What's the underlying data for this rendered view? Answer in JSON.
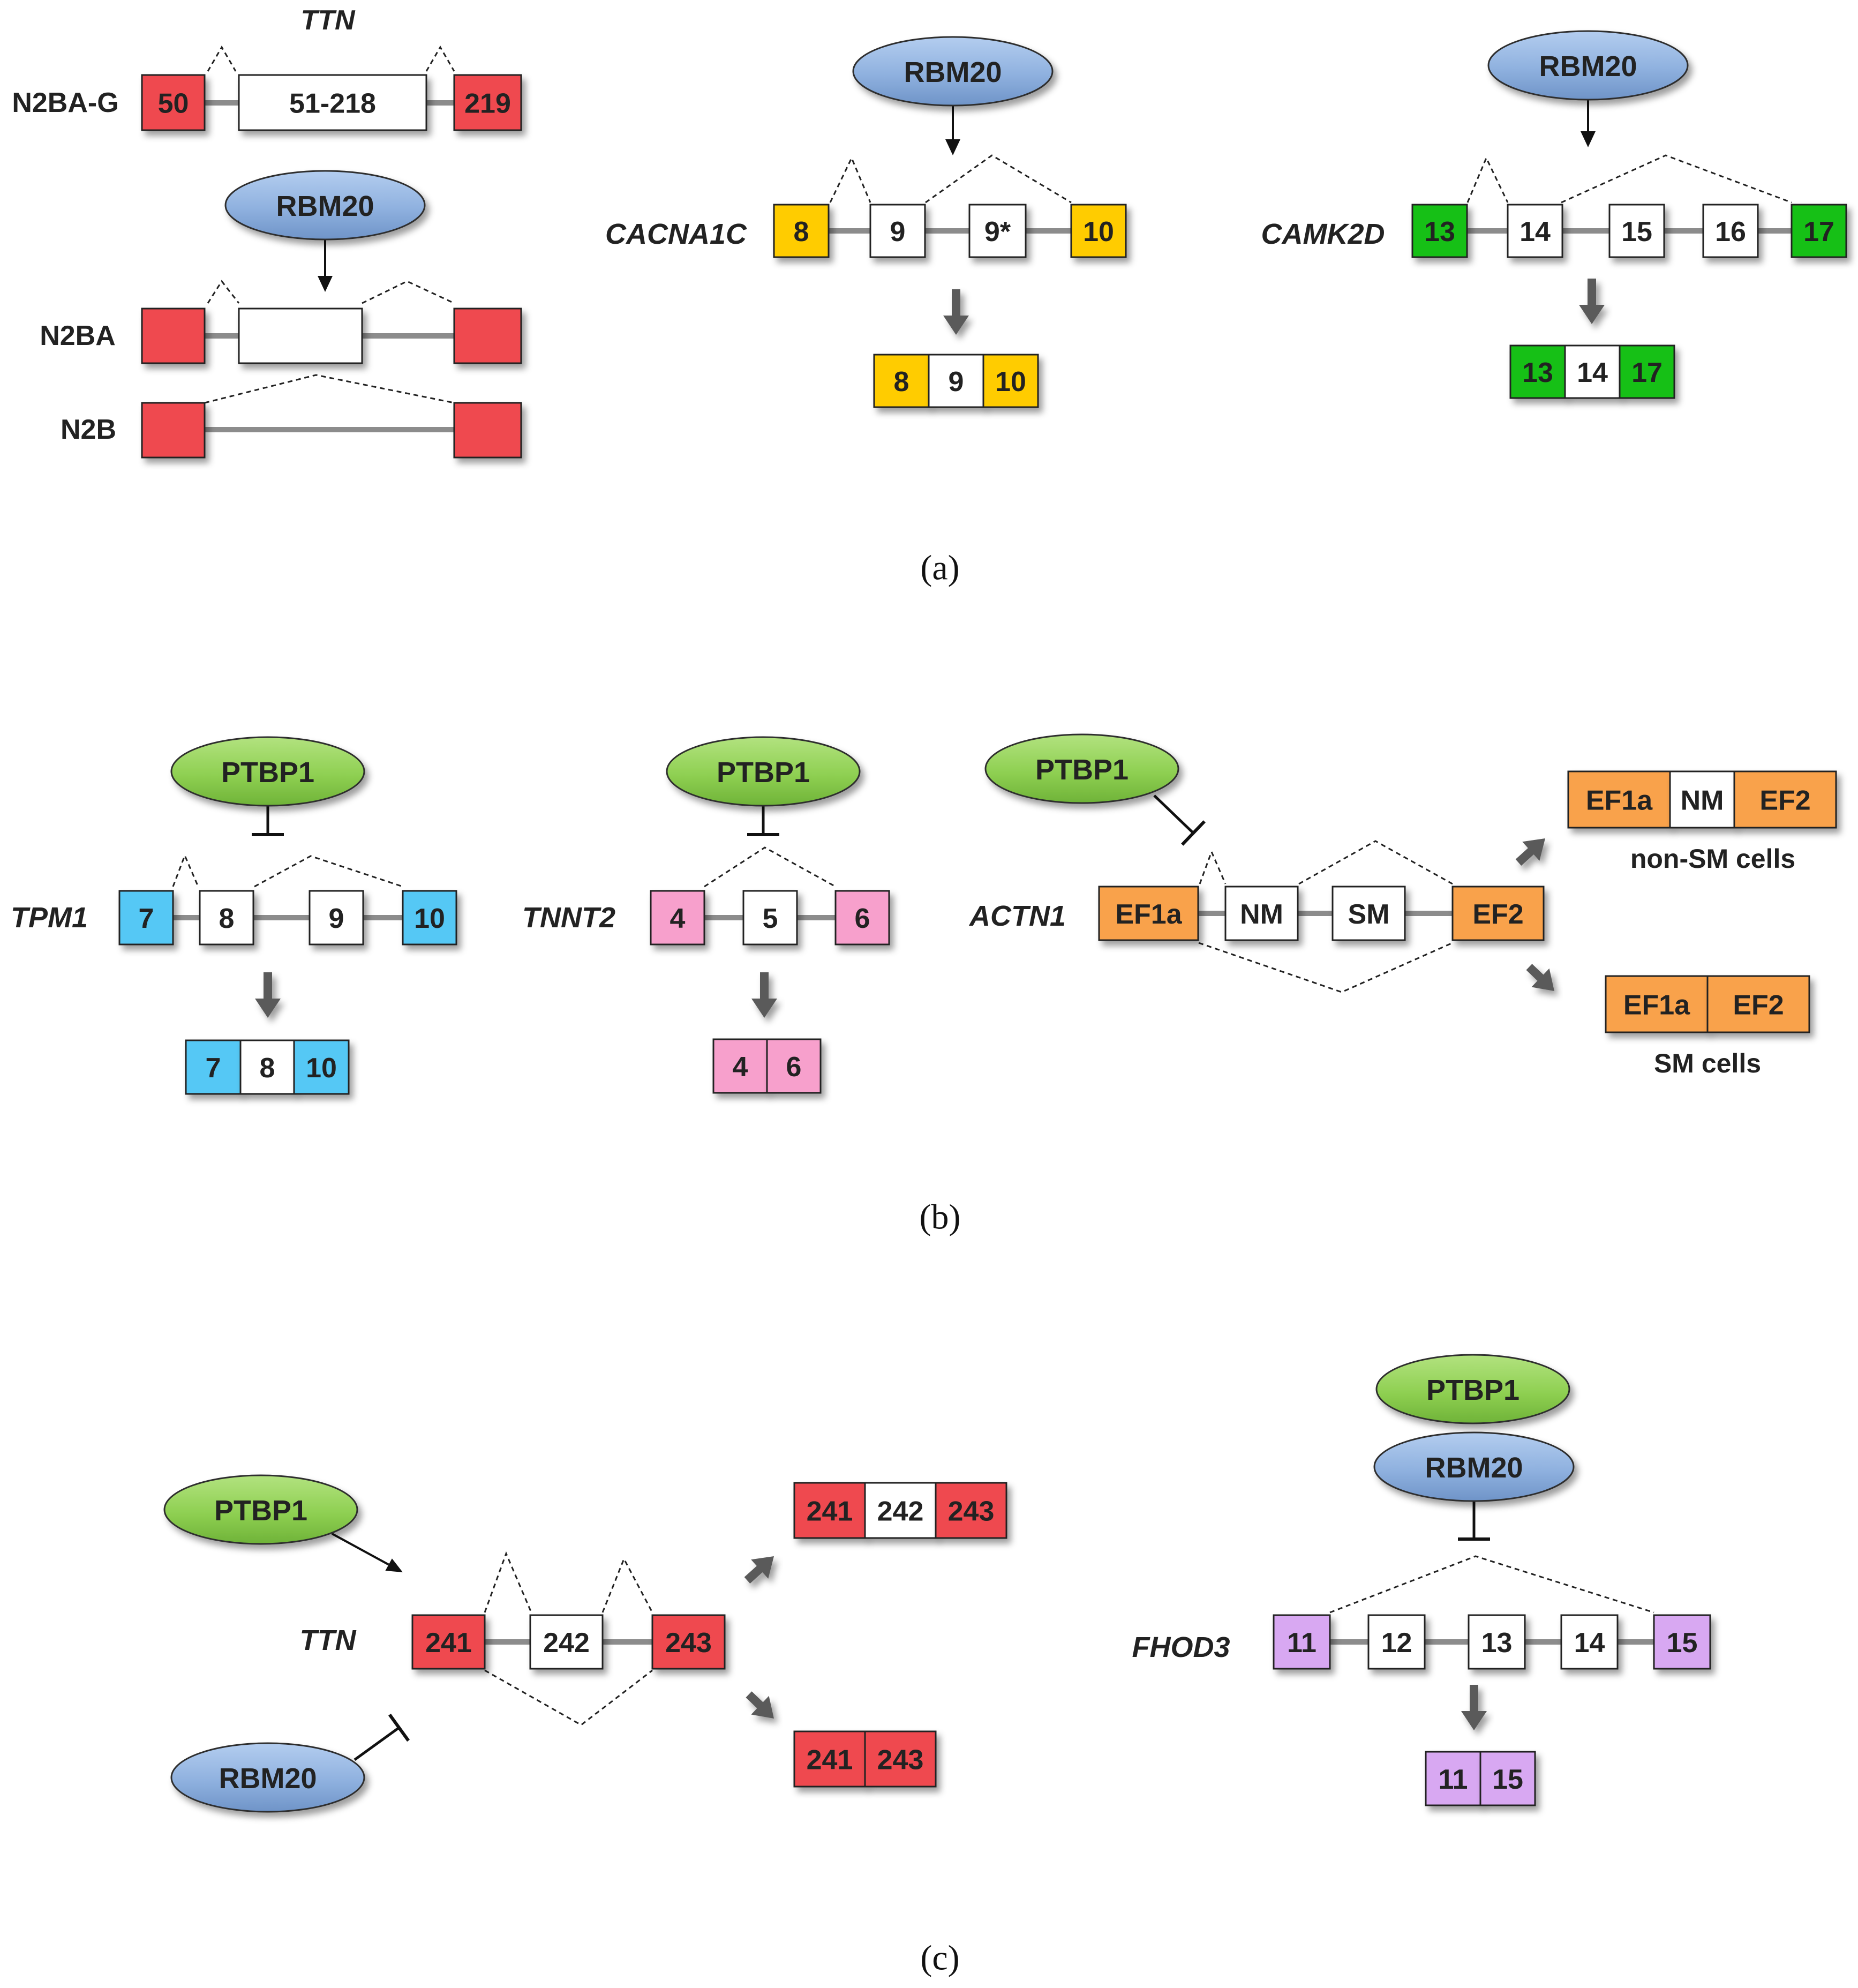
{
  "colors": {
    "red": "#ef4a4f",
    "yellow": "#ffcc00",
    "green": "#19c019",
    "blue": "#55c8f5",
    "pink": "#f7a0cc",
    "orange": "#f9a24b",
    "purple": "#d8a8f2",
    "white": "#ffffff",
    "rbm20": "#8fb1df",
    "ptbp1": "#8fd052",
    "intron_line": "#8c8c8c",
    "black": "#111111"
  },
  "panels": {
    "a": "(a)",
    "b": "(b)",
    "c": "(c)"
  },
  "regulators": {
    "rbm20": "RBM20",
    "ptbp1": "PTBP1"
  },
  "panel_a": {
    "ttn_title": "TTN",
    "isoforms": {
      "n2ba_g": "N2BA-G",
      "n2ba": "N2BA",
      "n2b": "N2B"
    },
    "ttn_exons": [
      "50",
      "51-218",
      "219"
    ],
    "cacna1c": {
      "gene": "CACNA1C",
      "exons": [
        "8",
        "9",
        "9*",
        "10"
      ],
      "product": [
        "8",
        "9",
        "10"
      ]
    },
    "camk2d": {
      "gene": "CAMK2D",
      "exons": [
        "13",
        "14",
        "15",
        "16",
        "17"
      ],
      "product": [
        "13",
        "14",
        "17"
      ]
    }
  },
  "panel_b": {
    "tpm1": {
      "gene": "TPM1",
      "exons": [
        "7",
        "8",
        "9",
        "10"
      ],
      "product": [
        "7",
        "8",
        "10"
      ]
    },
    "tnnt2": {
      "gene": "TNNT2",
      "exons": [
        "4",
        "5",
        "6"
      ],
      "product": [
        "4",
        "6"
      ]
    },
    "actn1": {
      "gene": "ACTN1",
      "exons": [
        "EF1a",
        "NM",
        "SM",
        "EF2"
      ],
      "product_non_sm": [
        "EF1a",
        "NM",
        "EF2"
      ],
      "product_sm": [
        "EF1a",
        "EF2"
      ],
      "non_sm_label": "non-SM cells",
      "sm_label": "SM cells"
    }
  },
  "panel_c": {
    "ttn": {
      "gene": "TTN",
      "exons": [
        "241",
        "242",
        "243"
      ],
      "product_inclusion": [
        "241",
        "242",
        "243"
      ],
      "product_skip": [
        "241",
        "243"
      ]
    },
    "fhod3": {
      "gene": "FHOD3",
      "exons": [
        "11",
        "12",
        "13",
        "14",
        "15"
      ],
      "product": [
        "11",
        "15"
      ]
    }
  }
}
